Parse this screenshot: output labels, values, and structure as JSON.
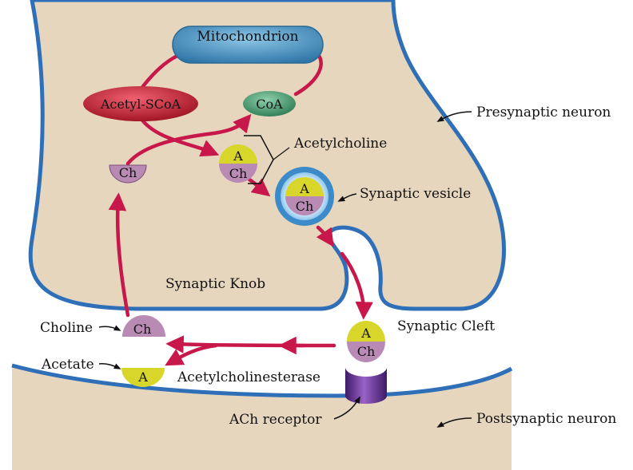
{
  "labels": {
    "mitochondrion": "Mitochondrion",
    "acetyl_scoa": "Acetyl-SCoA",
    "coa": "CoA",
    "acetylcholine": "Acetylcholine",
    "presynaptic_neuron": "Presynaptic neuron",
    "synaptic_vesicle": "Synaptic vesicle",
    "synaptic_knob": "Synaptic Knob",
    "synaptic_cleft": "Synaptic Cleft",
    "choline": "Choline",
    "acetate": "Acetate",
    "acetylcholinesterase": "Acetylcholinesterase",
    "ach_receptor": "ACh receptor",
    "postsynaptic_neuron": "Postsynaptic neuron"
  },
  "molecules": {
    "acetyl_part": "A",
    "choline_part": "Ch"
  },
  "colors": {
    "membrane": "#2f6fb8",
    "cytoplasm": "#e6d6bd",
    "pathway_arrow": "#c8174a",
    "acetyl": "#d8d62a",
    "choline": "#b98ab4",
    "receptor": "#5a2a8a",
    "mitochondrion": "#4a96c4",
    "acetyl_scoa": "#b81e2e",
    "coa": "#3e9a6a"
  }
}
